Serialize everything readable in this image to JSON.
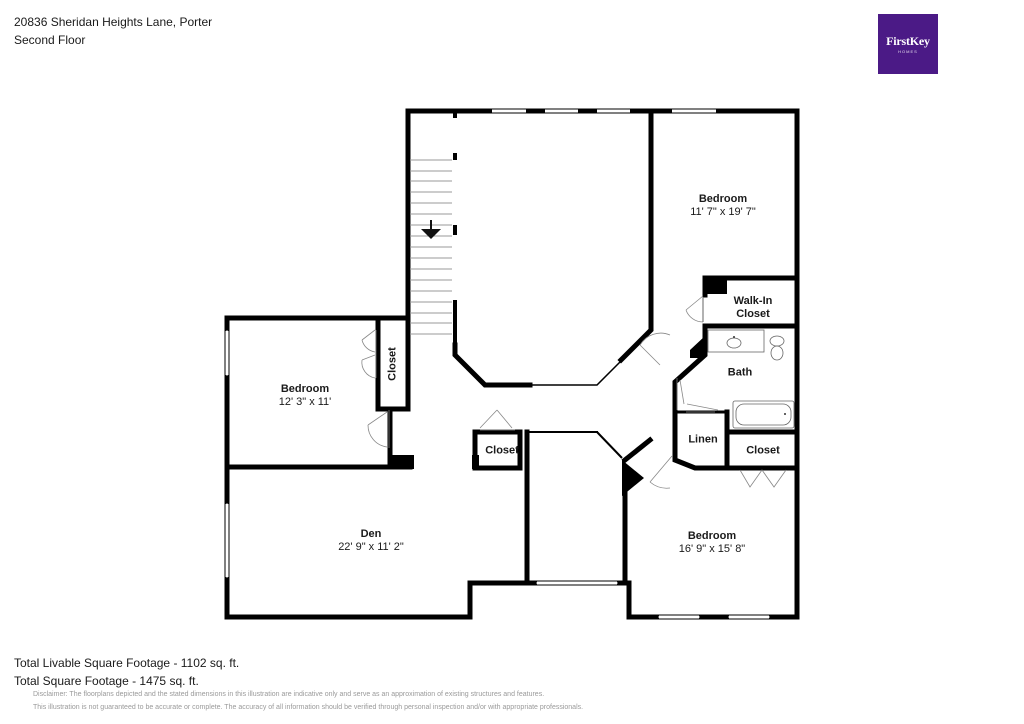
{
  "header": {
    "address": "20836 Sheridan Heights Lane, Porter",
    "floor": "Second Floor"
  },
  "logo": {
    "brand": "FirstKey",
    "sub": "HOMES",
    "color": "#4b1a86"
  },
  "rooms": {
    "bedroom_ne": {
      "name": "Bedroom",
      "dim": "11' 7\" x 19' 7\""
    },
    "walk_in_closet": {
      "name": "Walk-In Closet"
    },
    "bath": {
      "name": "Bath"
    },
    "linen": {
      "name": "Linen"
    },
    "closet_se": {
      "name": "Closet"
    },
    "bedroom_se": {
      "name": "Bedroom",
      "dim": "16' 9\" x 15' 8\""
    },
    "bedroom_w": {
      "name": "Bedroom",
      "dim": "12' 3\" x 11'"
    },
    "closet_w": {
      "name": "Closet"
    },
    "closet_hall": {
      "name": "Closet"
    },
    "den": {
      "name": "Den",
      "dim": "22' 9\" x 11' 2\""
    }
  },
  "stairs": {
    "direction_icon": "down-arrow-icon"
  },
  "footer": {
    "livable": "Total Livable Square Footage - 1102 sq. ft.",
    "total": "Total Square Footage - 1475 sq. ft.",
    "disclaimer_1": "Disclaimer: The floorplans depicted and the stated dimensions in this illustration are indicative only and serve as an approximation of existing structures and features.",
    "disclaimer_2": "This illustration is not guaranteed to be accurate or complete. The accuracy of all information should be verified through personal inspection and/or with appropriate professionals."
  }
}
